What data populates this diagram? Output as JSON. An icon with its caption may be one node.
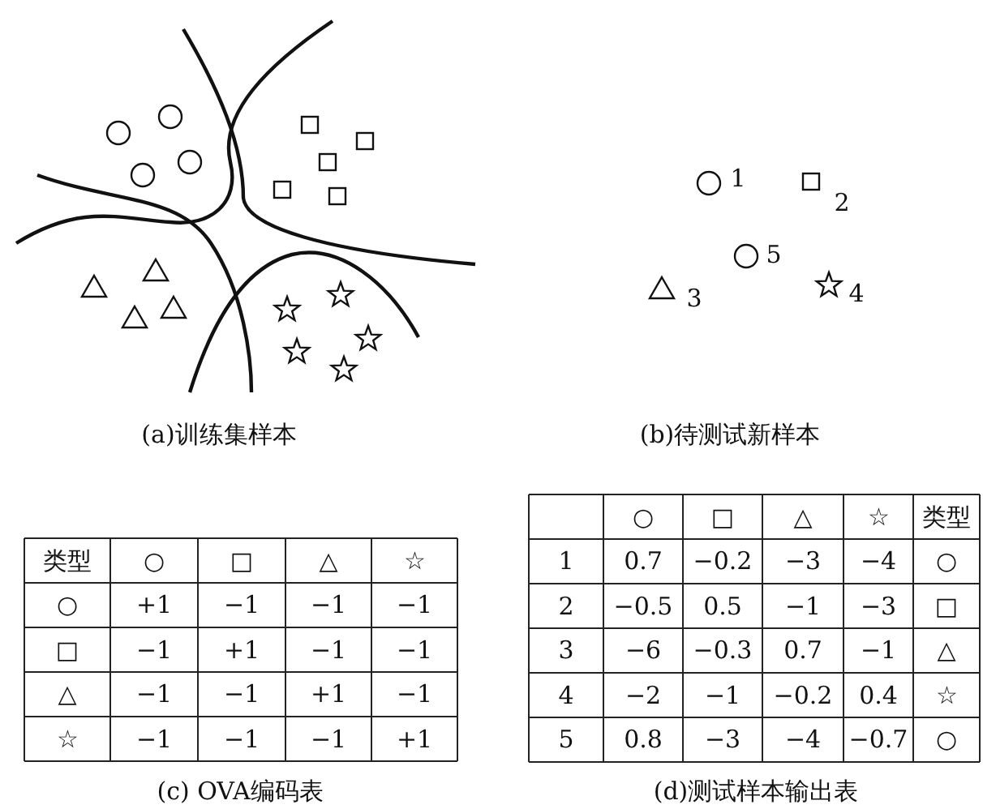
{
  "diagram": {
    "labels": [
      "(a)训练集样本",
      "1",
      "2",
      "5",
      "3",
      "4",
      "(b)待测试新样本",
      "类型",
      "○",
      "□",
      "△",
      "☆",
      "○",
      "+1",
      "−1",
      "−1",
      "−1",
      "□",
      "−1",
      "+1",
      "−1",
      "−1",
      "△",
      "−1",
      "−1",
      "+1",
      "−1",
      "☆",
      "−1",
      "−1",
      "−1",
      "+1",
      "(c) OVA编码表",
      "○",
      "□",
      "△",
      "☆",
      "类型",
      "1",
      "0.7",
      "−0.2",
      "−3",
      "−4",
      "○",
      "2",
      "−0.5",
      "0.5",
      "−1",
      "−3",
      "□",
      "3",
      "−6",
      "−0.3",
      "0.7",
      "−1",
      "△",
      "4",
      "−2",
      "−1",
      "−0.2",
      "0.4",
      "☆",
      "5",
      "0.8",
      "−3",
      "−4",
      "−0.7",
      "○",
      "(d)测试样本输出表"
    ]
  }
}
